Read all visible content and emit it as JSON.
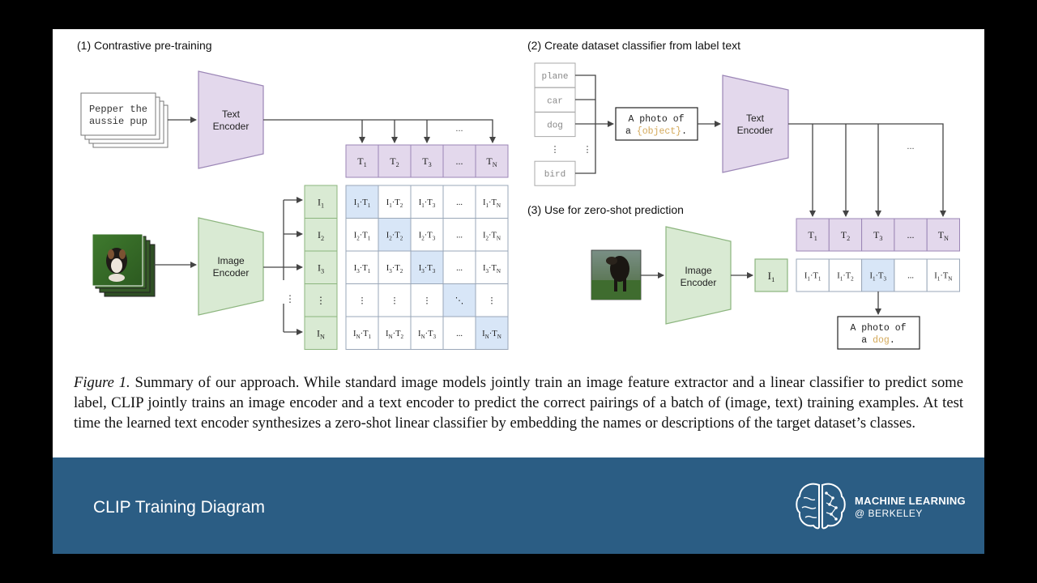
{
  "panel1": {
    "title": "(1) Contrastive pre-training",
    "text_input_line1": "Pepper the",
    "text_input_line2": "aussie pup",
    "text_encoder_line1": "Text",
    "text_encoder_line2": "Encoder",
    "image_encoder_line1": "Image",
    "image_encoder_line2": "Encoder",
    "t_labels": [
      "T1",
      "T2",
      "T3",
      "...",
      "TN"
    ],
    "i_labels": [
      "I1",
      "I2",
      "I3",
      "⋮",
      "IN"
    ],
    "matrix": [
      [
        "I1·T1",
        "I1·T2",
        "I1·T3",
        "...",
        "I1·TN"
      ],
      [
        "I2·T1",
        "I2·T2",
        "I2·T3",
        "...",
        "I2·TN"
      ],
      [
        "I3·T1",
        "I3·T2",
        "I3·T3",
        "...",
        "I3·TN"
      ],
      [
        "⋮",
        "⋮",
        "⋮",
        "⋱",
        "⋮"
      ],
      [
        "IN·T1",
        "IN·T2",
        "IN·T3",
        "...",
        "IN·TN"
      ]
    ],
    "dots": "...",
    "vdots": "⋮"
  },
  "panel2": {
    "title": "(2) Create dataset classifier from label text",
    "labels": [
      "plane",
      "car",
      "dog",
      "⋮",
      "bird"
    ],
    "prompt_line1": "A photo of",
    "prompt_line2_prefix": "a ",
    "prompt_object": "{object}",
    "prompt_line2_suffix": ".",
    "text_encoder_line1": "Text",
    "text_encoder_line2": "Encoder",
    "t_labels": [
      "T1",
      "T2",
      "T3",
      "...",
      "TN"
    ],
    "dots": "..."
  },
  "panel3": {
    "title": "(3) Use for zero-shot prediction",
    "image_encoder_line1": "Image",
    "image_encoder_line2": "Encoder",
    "i_label": "I1",
    "products": [
      "I1·T1",
      "I1·T2",
      "I1·T3",
      "...",
      "I1·TN"
    ],
    "result_line1": "A photo of",
    "result_line2_prefix": "a ",
    "result_object": "dog",
    "result_line2_suffix": "."
  },
  "caption": {
    "label": "Figure 1.",
    "text": " Summary of our approach. While standard image models jointly train an image feature extractor and a linear classifier to predict some label, CLIP jointly trains an image encoder and a text encoder to predict the correct pairings of a batch of (image, text) training examples. At test time the learned text encoder synthesizes a zero-shot linear classifier by embedding the names or descriptions of the target dataset’s classes."
  },
  "footer": {
    "title": "CLIP Training Diagram",
    "brand_line1": "MACHINE LEARNING",
    "brand_line2": "@ BERKELEY"
  },
  "colors": {
    "text_encoder": "#e3d8ec",
    "image_encoder": "#d9ead3",
    "highlight": "#d8e6f7",
    "footer": "#2b5d84",
    "prompt_object": "#d4a95a"
  }
}
